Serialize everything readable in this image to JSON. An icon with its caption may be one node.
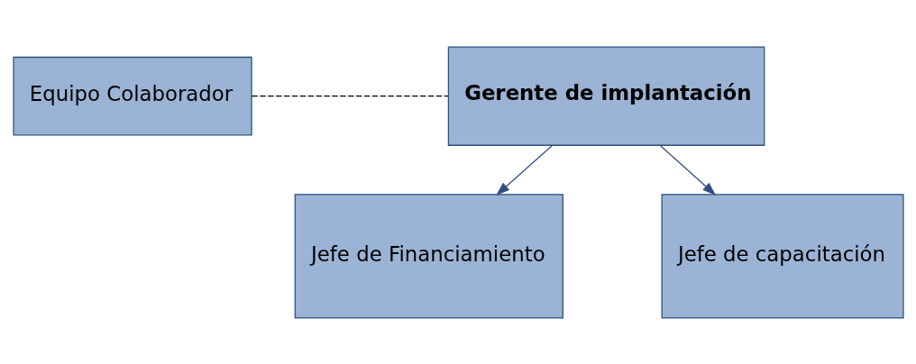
{
  "diagram": {
    "nodes": [
      {
        "text": [
          "Gerente de implantación"
        ]
      },
      {
        "text": [
          "Equipo Colaborador"
        ]
      },
      {
        "text": [
          "Jefe de Financiamiento"
        ]
      },
      {
        "text": [
          "Jefe de capacitación"
        ]
      }
    ],
    "edges": [
      {
        "from": 0,
        "to": 2,
        "arrow": "to"
      },
      {
        "from": 0,
        "to": 3,
        "arrow": "to"
      },
      {
        "from": 1,
        "to": 0,
        "arrow": "none",
        "style": "dashed",
        "color": "#000000"
      }
    ]
  }
}
